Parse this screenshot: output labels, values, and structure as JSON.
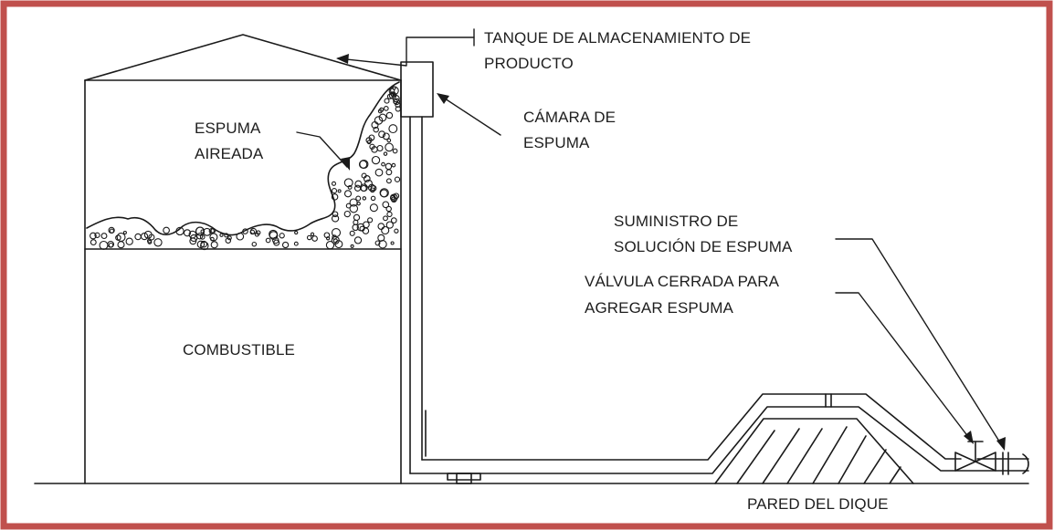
{
  "frame_color": "#c0504d",
  "line_color": "#1a1a1a",
  "labels": {
    "tanque_1": "TANQUE DE ALMACENAMIENTO DE",
    "tanque_2": "PRODUCTO",
    "camara_1": "CÁMARA DE",
    "camara_2": "ESPUMA",
    "espuma_1": "ESPUMA",
    "espuma_2": "AIREADA",
    "combustible": "COMBUSTIBLE",
    "suministro_1": "SUMINISTRO DE",
    "suministro_2": "SOLUCIÓN DE ESPUMA",
    "valvula_1": "VÁLVULA  CERRADA PARA",
    "valvula_2": "AGREGAR ESPUMA",
    "dique": "PARED DEL DIQUE"
  }
}
